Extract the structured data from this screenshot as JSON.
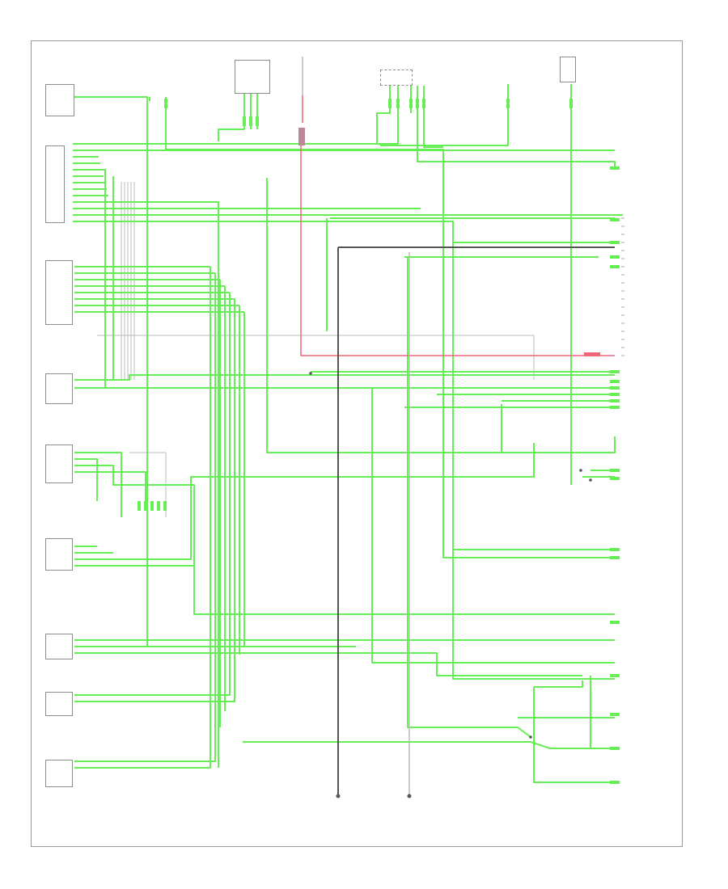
{
  "diagram": {
    "footer_code": "",
    "top_components": [
      {
        "id": "t1",
        "text": "",
        "header": ""
      },
      {
        "id": "t2",
        "text": "",
        "header": ""
      },
      {
        "id": "t3",
        "text": "",
        "header": ""
      },
      {
        "id": "t4",
        "text": "",
        "header": ""
      },
      {
        "id": "t5",
        "text": "",
        "header": ""
      }
    ],
    "left_components": [
      {
        "id": "l1",
        "text": ""
      },
      {
        "id": "l2",
        "text": ""
      },
      {
        "id": "l3",
        "text": ""
      },
      {
        "id": "l4",
        "text": ""
      },
      {
        "id": "l5",
        "text": ""
      },
      {
        "id": "l6",
        "text": ""
      },
      {
        "id": "l7",
        "text": ""
      },
      {
        "id": "l8",
        "text": ""
      }
    ],
    "right_components": [
      {
        "id": "r1",
        "text": ""
      },
      {
        "id": "r2",
        "text": ""
      },
      {
        "id": "r3",
        "text": ""
      },
      {
        "id": "r4",
        "text": ""
      },
      {
        "id": "r5",
        "text": ""
      },
      {
        "id": "r6",
        "text": ""
      },
      {
        "id": "r7",
        "text": ""
      },
      {
        "id": "r8",
        "text": ""
      },
      {
        "id": "r9",
        "text": ""
      },
      {
        "id": "r10",
        "text": ""
      }
    ],
    "grounds": [
      {
        "id": "g1",
        "text": ""
      },
      {
        "id": "g2",
        "text": ""
      }
    ],
    "colors": {
      "green_wire": "#66ee55",
      "red_wire": "#ee6677",
      "black_wire": "#555555",
      "gray_wire": "#bbbbbb",
      "component_outline": "#8c8c8c"
    }
  }
}
